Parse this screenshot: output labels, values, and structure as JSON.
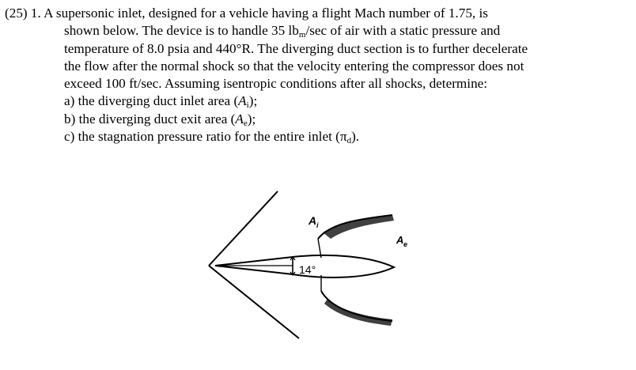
{
  "problem": {
    "lines": [
      "(25) 1. A supersonic inlet, designed for a vehicle having a flight Mach number of 1.75, is",
      "shown below.  The device is to handle 35 lb",
      "m",
      "/sec of air with a static pressure and",
      "temperature of 8.0 psia and 440°R.  The diverging duct section is to further decelerate",
      "the flow after the normal shock so that the velocity entering the compressor does not",
      "exceed 100 ft/sec.  Assuming isentropic conditions after all shocks, determine:"
    ],
    "parts": [
      {
        "pre": "a) the diverging duct inlet area (",
        "sym": "A",
        "sub": "i",
        "post": ");"
      },
      {
        "pre": "b) the diverging duct exit area (",
        "sym": "A",
        "sub": "e",
        "post": ");"
      },
      {
        "pre": "c) the stagnation pressure ratio for the entire inlet (",
        "sym": "π",
        "sub": "d",
        "post": ")."
      }
    ]
  },
  "diagram": {
    "inlet_area_label": "A",
    "inlet_area_sub": "i",
    "exit_area_label": "A",
    "exit_area_sub": "e",
    "angle_label": "14°"
  }
}
